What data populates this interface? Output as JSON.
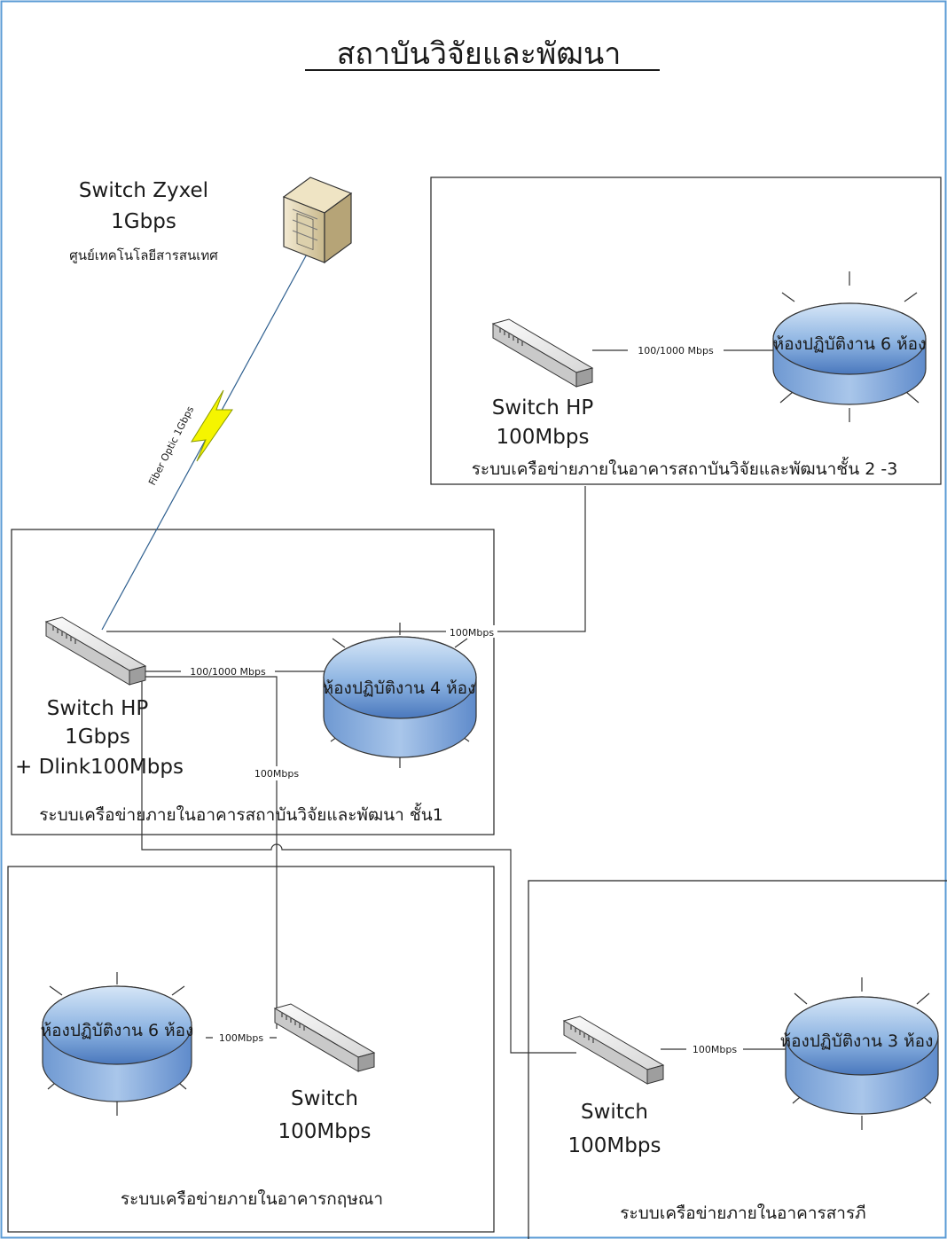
{
  "title": "สถาบันวิจัยและพัฒนา",
  "core_switch": {
    "name": "Switch Zyxel",
    "speed": "1Gbps",
    "location": "ศูนย์เทคโนโลยีสารสนเทศ"
  },
  "fiber_link": {
    "label": "Fiber Optic 1Gbps"
  },
  "building_floor23": {
    "caption": "ระบบเครือข่ายภายในอาคารสถาบันวิจัยและพัฒนาชั้น 2 -3",
    "switch_name": "Switch HP",
    "switch_speed": "100Mbps",
    "link_label": "100/1000 Mbps",
    "rooms_label": "ห้องปฏิบัติงาน 6 ห้อง"
  },
  "building_floor1": {
    "caption": "ระบบเครือข่ายภายในอาคารสถาบันวิจัยและพัฒนา ชั้น1",
    "switch_name": "Switch HP",
    "switch_speed": "1Gbps",
    "switch_extra": "+ Dlink100Mbps",
    "link_label": "100/1000 Mbps",
    "rooms_label": "ห้องปฏิบัติงาน 4 ห้อง"
  },
  "uplink_floor23": {
    "label": "100Mbps"
  },
  "uplink_krit": {
    "label": "100Mbps"
  },
  "building_krit": {
    "caption": "ระบบเครือข่ายภายในอาคารกฤษณา",
    "switch_name": "Switch",
    "switch_speed": "100Mbps",
    "link_label": "100Mbps",
    "rooms_label": "ห้องปฏิบัติงาน 6 ห้อง"
  },
  "building_sarapee": {
    "caption": "ระบบเครือข่ายภายในอาคารสารภี",
    "switch_name": "Switch",
    "switch_speed": "100Mbps",
    "link_label": "100Mbps",
    "rooms_label": "ห้องปฏิบัติงาน 3 ห้อง"
  },
  "colors": {
    "frame": "#5b9bd5",
    "line": "#333333",
    "ring_top": "#c9dcf2",
    "ring_bottom": "#4f7fc2",
    "switch_body": "#eeeeee"
  }
}
